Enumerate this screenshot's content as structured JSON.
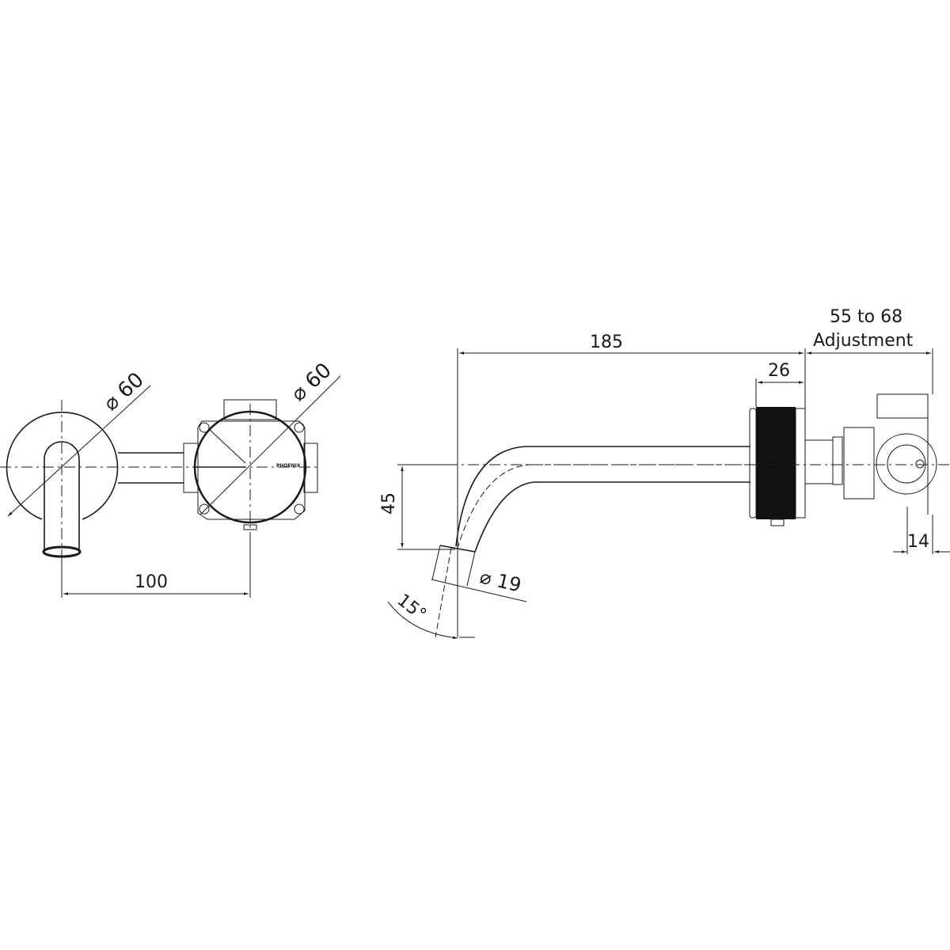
{
  "drawing": {
    "type": "technical dimension drawing",
    "subject": "wall-mounted basin mixer / spout set",
    "line_color": "#1a1a1a",
    "background": "#ffffff"
  },
  "front_view": {
    "cover_plate_diameter": "⌀ 60",
    "body_diameter": "⌀ 60",
    "centre_spacing": "100",
    "brand_mark": "PHOENIX"
  },
  "side_view": {
    "spout_projection": "185",
    "flange_depth": "26",
    "adjustment_range": "55 to 68",
    "adjustment_label": "Adjustment",
    "spout_drop": "45",
    "outlet_diameter": "⌀ 19",
    "outlet_angle": "15°",
    "body_offset": "14"
  }
}
